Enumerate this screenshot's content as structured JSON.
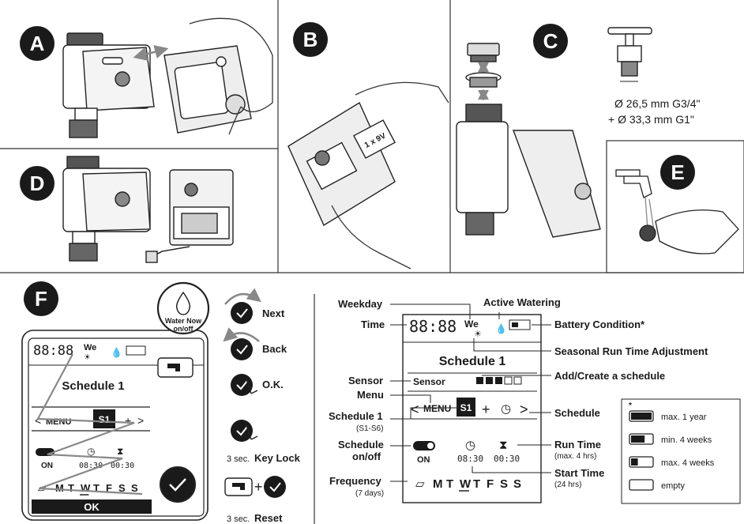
{
  "panels": {
    "a": {
      "letter": "A"
    },
    "b": {
      "letter": "B",
      "battery_label": "1 x 9V"
    },
    "c": {
      "letter": "C",
      "spec_line_1": "Ø 26,5 mm G3/4\"",
      "spec_line_2": "+ Ø 33,3 mm G1\""
    },
    "d": {
      "letter": "D"
    },
    "e": {
      "letter": "E"
    },
    "f": {
      "letter": "F"
    }
  },
  "left_display": {
    "clock": "88:88",
    "weekday": "We",
    "schedule_title": "Schedule 1",
    "menu_label": "MENU",
    "schedule_id": "S1",
    "on_label": "ON",
    "start_time": "08:30",
    "run_time": "00:30",
    "days": [
      "M",
      "T",
      "W",
      "T",
      "F",
      "S",
      "S"
    ],
    "ok_label": "OK"
  },
  "water_now": {
    "label_1": "Water Now",
    "label_2": "on/off"
  },
  "controls": [
    {
      "label": "Next"
    },
    {
      "label": "Back"
    },
    {
      "label": "O.K."
    },
    {
      "label_prefix": "3 sec.",
      "label": "Key Lock"
    },
    {
      "label_prefix": "3 sec.",
      "label": "Reset"
    }
  ],
  "right_display": {
    "clock": "88:88",
    "weekday": "We",
    "schedule_title": "Schedule 1",
    "sensor_label": "Sensor",
    "menu_label": "MENU",
    "schedule_id": "S1",
    "on_label": "ON",
    "start_time": "08:30",
    "run_time": "00:30",
    "days": [
      "M",
      "T",
      "W",
      "T",
      "F",
      "S",
      "S"
    ]
  },
  "callouts": {
    "weekday": "Weekday",
    "active_watering": "Active Watering",
    "time": "Time",
    "battery_condition": "Battery Condition*",
    "seasonal": "Seasonal Run Time Adjustment",
    "sensor": "Sensor",
    "add_schedule": "Add/Create a schedule",
    "menu": "Menu",
    "schedule_1": "Schedule 1",
    "schedule_1_sub": "(S1-S6)",
    "schedule_right": "Schedule",
    "schedule_onoff_1": "Schedule",
    "schedule_onoff_2": "on/off",
    "run_time": "Run Time",
    "run_time_sub": "(max. 4 hrs)",
    "start_time": "Start Time",
    "start_time_sub": "(24 hrs)",
    "frequency": "Frequency",
    "frequency_sub": "(7 days)"
  },
  "battery_legend": {
    "asterisk": "*",
    "items": [
      {
        "label": "max. 1 year",
        "level": 1.0
      },
      {
        "label": "min. 4 weeks",
        "level": 0.66
      },
      {
        "label": "max. 4 weeks",
        "level": 0.33
      },
      {
        "label": "empty",
        "level": 0.0
      }
    ]
  }
}
